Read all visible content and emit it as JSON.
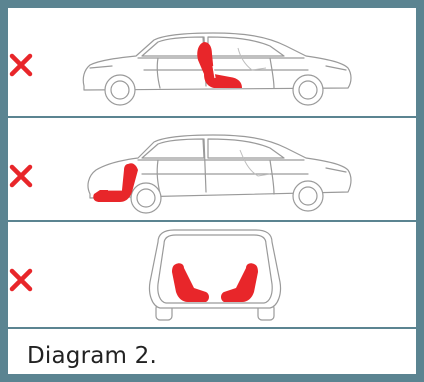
{
  "caption": "Diagram 2.",
  "colors": {
    "frame": "#5b8491",
    "seat": "#e8262a",
    "cross": "#e8262a",
    "car_outline": "#9a9a9a"
  },
  "rows": [
    {
      "name": "front-passenger-seat-forward",
      "mark": "cross-icon"
    },
    {
      "name": "cargo-area-rear-facing",
      "mark": "cross-icon"
    },
    {
      "name": "rear-view-two-seats",
      "mark": "cross-icon"
    }
  ]
}
